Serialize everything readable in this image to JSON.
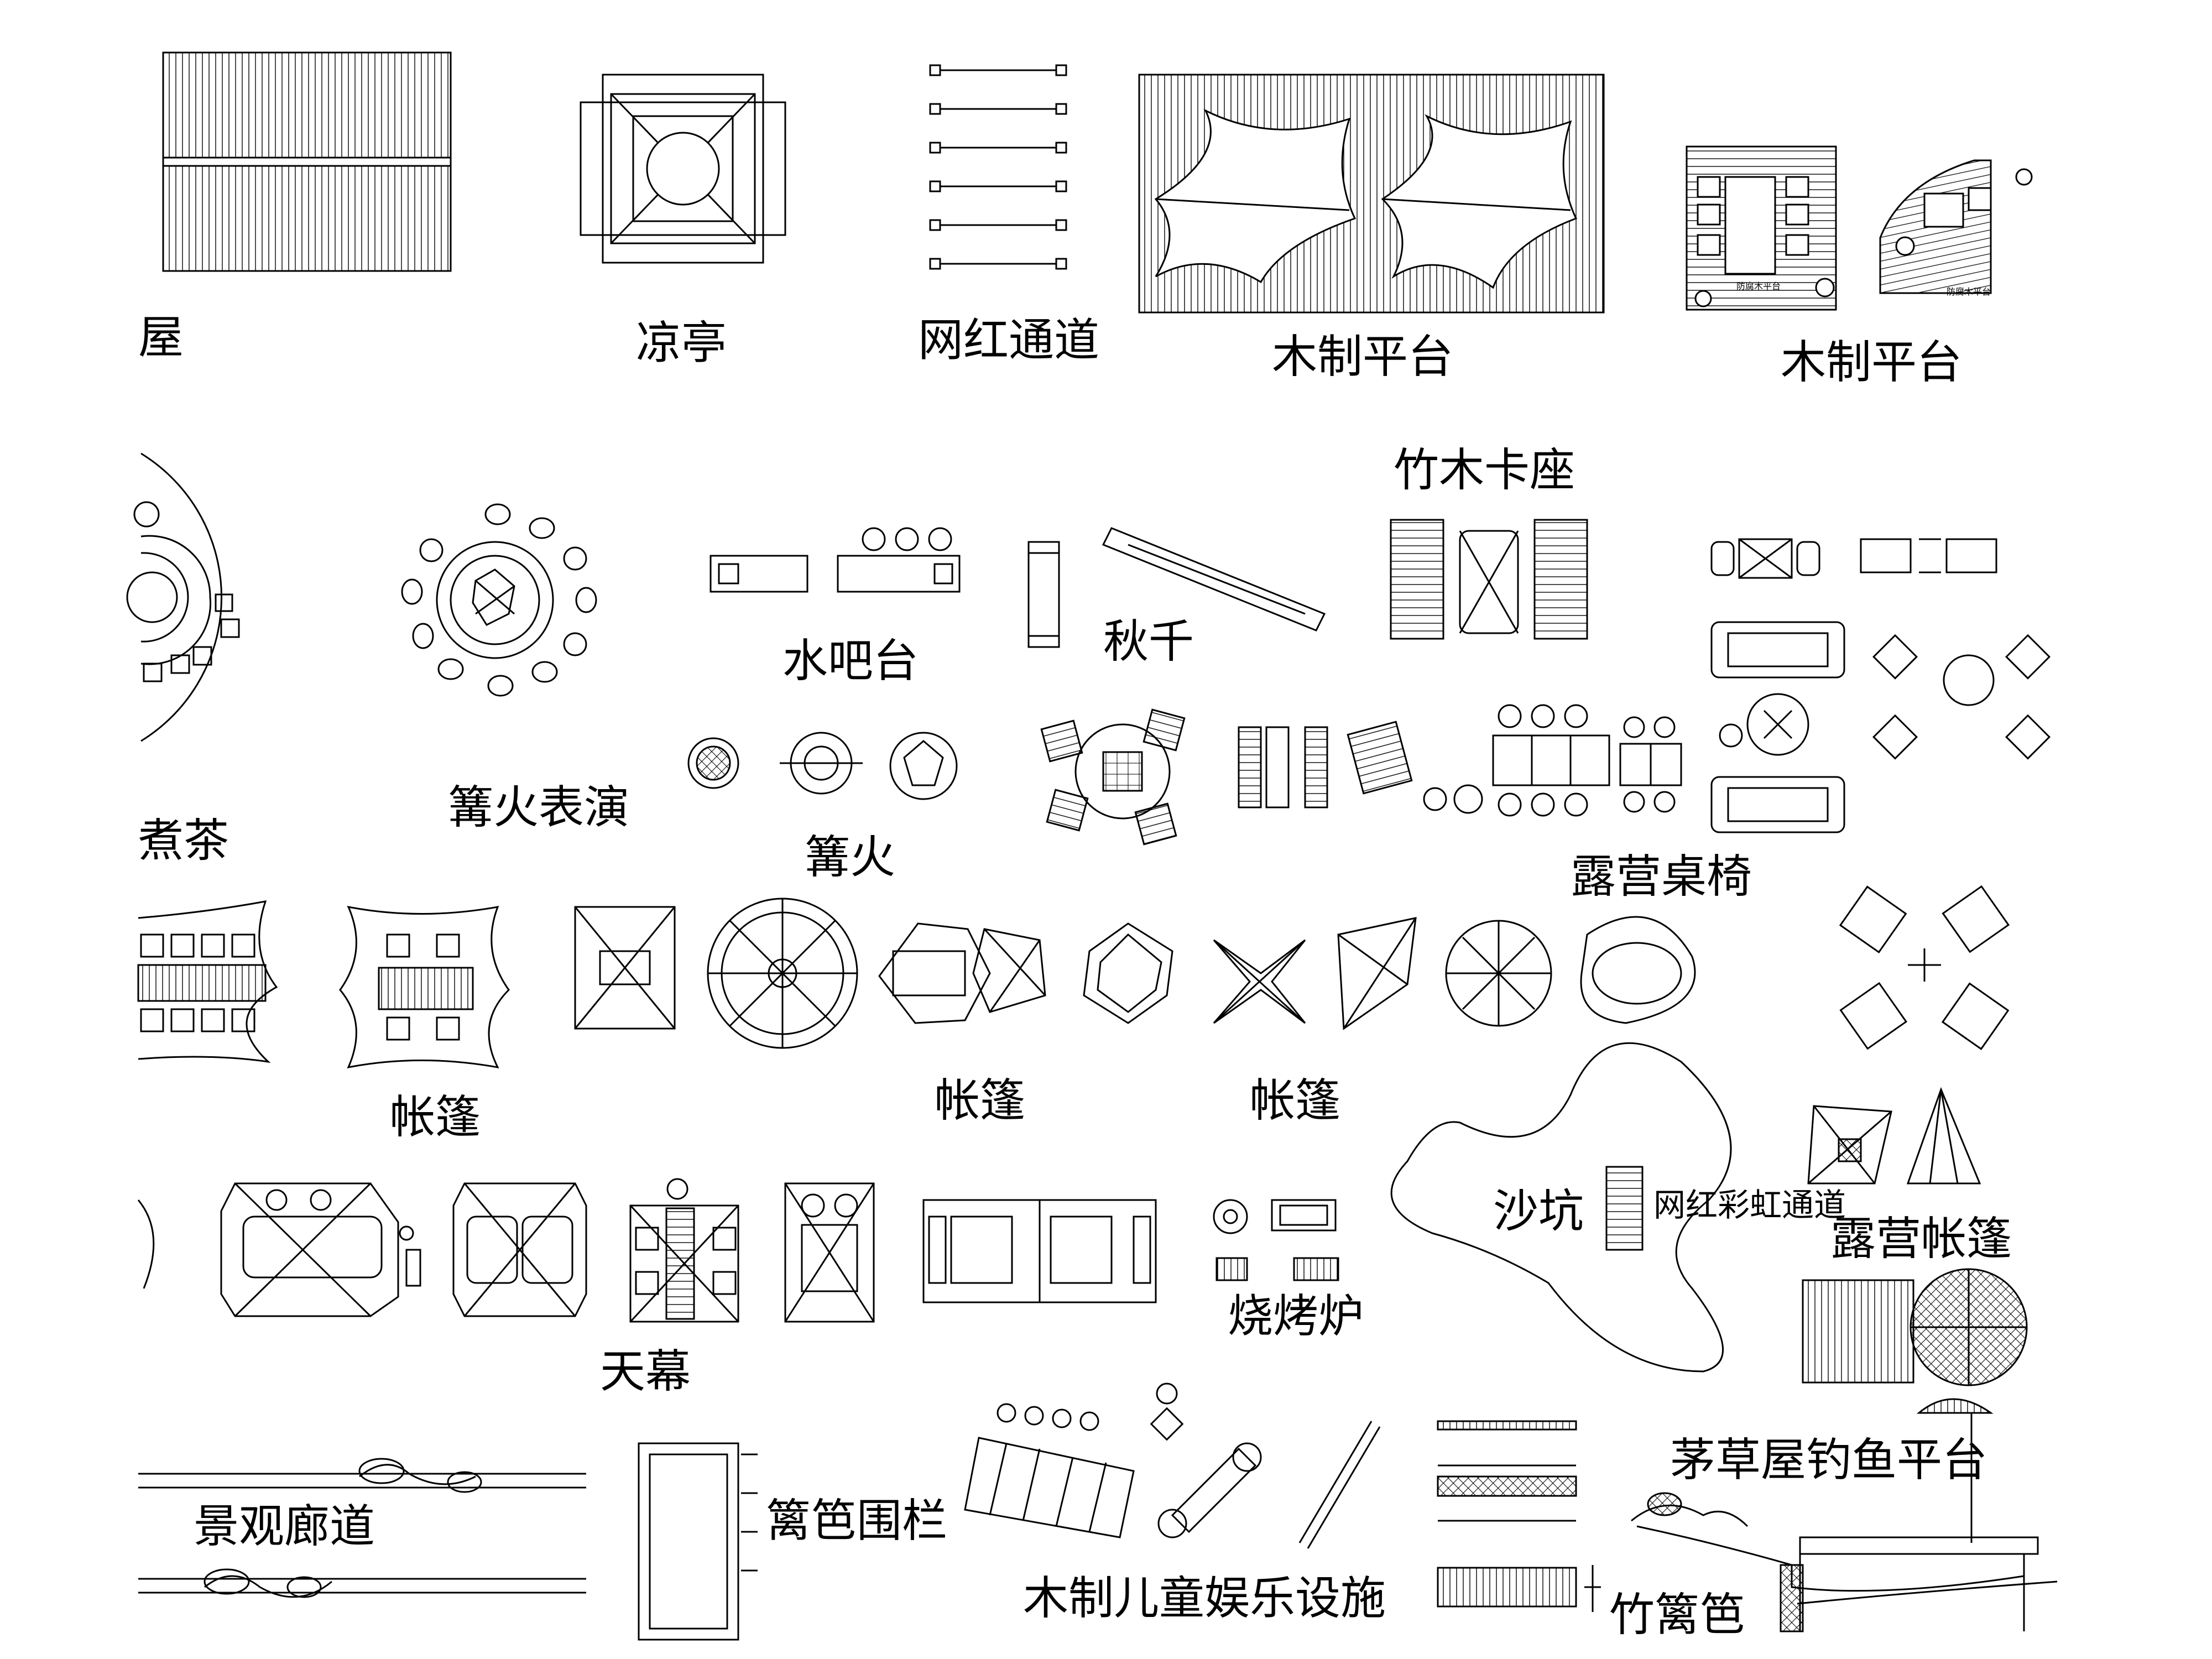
{
  "colors": {
    "background": "#ffffff",
    "line": "#000000"
  },
  "labels": {
    "house": "屋",
    "pavilion": "凉亭",
    "web_passage": "网红通道",
    "wood_platform_1": "木制平台",
    "wood_platform_2": "木制平台",
    "bamboo_booth": "竹木卡座",
    "tea_cooking": "煮茶",
    "bonfire_show": "篝火表演",
    "water_bar": "水吧台",
    "swing": "秋千",
    "bonfire": "篝火",
    "camp_furniture": "露营桌椅",
    "tent_1": "帐篷",
    "tent_2": "帐篷",
    "tent_3": "帐篷",
    "sandpit": "沙坑",
    "rainbow_passage": "网红彩虹通道",
    "camp_tent": "露营帐篷",
    "canopy": "天幕",
    "bbq_grill": "烧烤炉",
    "landscape_corridor": "景观廊道",
    "fence": "篱笆围栏",
    "kids_play": "木制儿童娱乐设施",
    "thatched_fishing_platform": "茅草屋钓鱼平台",
    "bamboo_fence": "竹篱笆",
    "tiny_plan_1": "防腐木平台",
    "tiny_plan_2": "防腐木平台"
  }
}
